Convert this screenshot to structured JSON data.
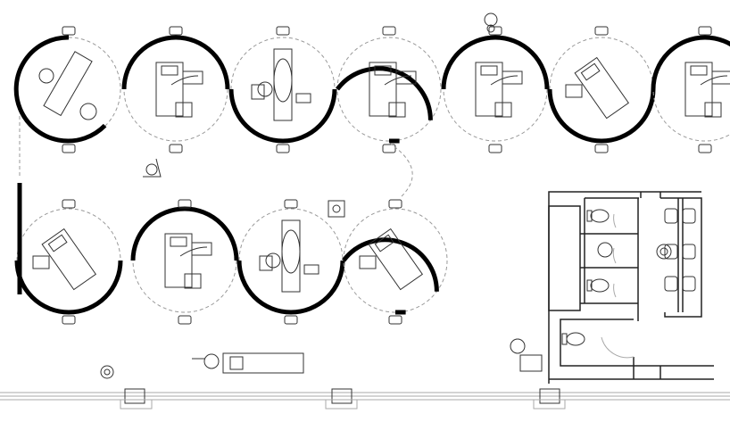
{
  "colors": {
    "wall": "#000000",
    "line": "#333333",
    "dashed": "#999999",
    "background": "#ffffff"
  },
  "rooms": [
    {
      "row": "top",
      "wall": "left-bottom",
      "furniture": "treatment-chair"
    },
    {
      "row": "top",
      "wall": "top",
      "furniture": "bed"
    },
    {
      "row": "top",
      "wall": "bottom",
      "furniture": "operating-table"
    },
    {
      "row": "top",
      "wall": "top-right",
      "furniture": "bed"
    },
    {
      "row": "top",
      "wall": "top",
      "furniture": "bed"
    },
    {
      "row": "top",
      "wall": "bottom",
      "furniture": "bed-angled"
    },
    {
      "row": "top",
      "wall": "top",
      "furniture": "bed"
    },
    {
      "row": "bottom",
      "wall": "bottom",
      "furniture": "bed-angled"
    },
    {
      "row": "bottom",
      "wall": "top",
      "furniture": "bed"
    },
    {
      "row": "bottom",
      "wall": "bottom",
      "furniture": "operating-table"
    },
    {
      "row": "bottom",
      "wall": "top-right",
      "furniture": "bed-angled"
    }
  ],
  "restroom": {
    "stalls": 4,
    "sinks": 6
  }
}
